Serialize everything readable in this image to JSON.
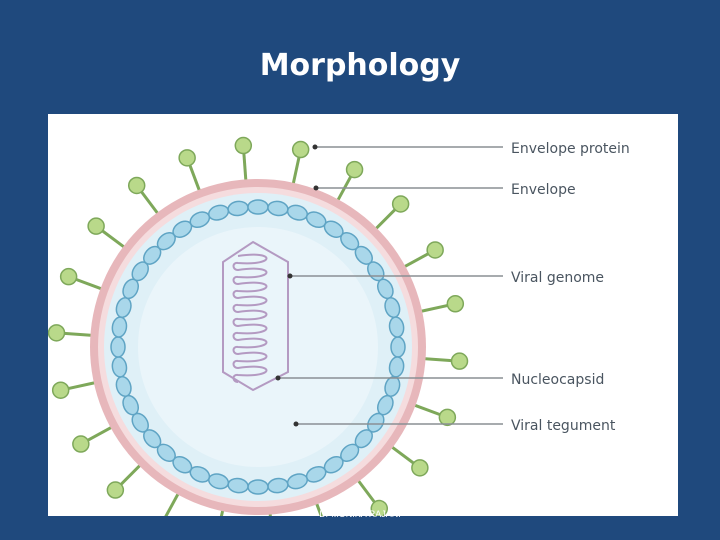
{
  "slide": {
    "title": "Morphology",
    "footer": "Dr MONIKA RAJANI"
  },
  "diagram": {
    "labels": {
      "envelope_protein": "Envelope protein",
      "envelope": "Envelope",
      "viral_genome": "Viral genome",
      "nucleocapsid": "Nucleocapsid",
      "viral_tegument": "Viral tegument"
    },
    "colors": {
      "spike_head": "#b9d98a",
      "spike_outline": "#7ea85a",
      "envelope_outer": "#e7b7bb",
      "envelope_inner": "#f5dcde",
      "capsomere": "#a9d7ea",
      "capsomere_outline": "#5fa4c4",
      "core": "#eaf5fa",
      "genome": "#b49ac2",
      "leader_line": "#8a8f94"
    }
  }
}
